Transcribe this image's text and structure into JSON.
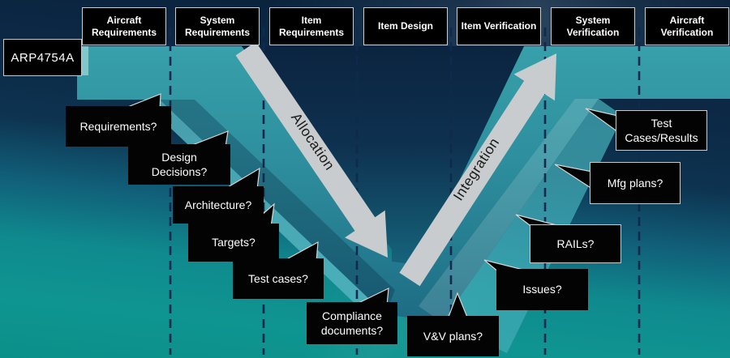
{
  "diagram_title": "ARP4754A",
  "phases": [
    {
      "label": "Aircraft Requirements"
    },
    {
      "label": "System Requirements"
    },
    {
      "label": "Item Requirements"
    },
    {
      "label": "Item Design"
    },
    {
      "label": "Item Verification"
    },
    {
      "label": "System Verification"
    },
    {
      "label": "Aircraft Verification"
    }
  ],
  "arrows": {
    "allocation": "Allocation",
    "integration": "Integration"
  },
  "callouts": [
    {
      "label": "Requirements?"
    },
    {
      "label": "Design Decisions?"
    },
    {
      "label": "Architecture?"
    },
    {
      "label": "Targets?"
    },
    {
      "label": "Test cases?"
    },
    {
      "label": "Compliance documents?"
    },
    {
      "label": "V&V plans?"
    },
    {
      "label": "Issues?"
    },
    {
      "label": "RAILs?"
    },
    {
      "label": "Mfg plans?"
    },
    {
      "label": "Test Cases/Results"
    }
  ],
  "colors": {
    "background_top": "#0b2440",
    "background_bottom": "#0f9290",
    "v_band": "#2e8f9e",
    "v_band_light": "#54b4be",
    "arrow_gray": "#c9ccce",
    "callout_bg": "#030303",
    "text": "#ffffff",
    "divider": "#102a4d"
  }
}
